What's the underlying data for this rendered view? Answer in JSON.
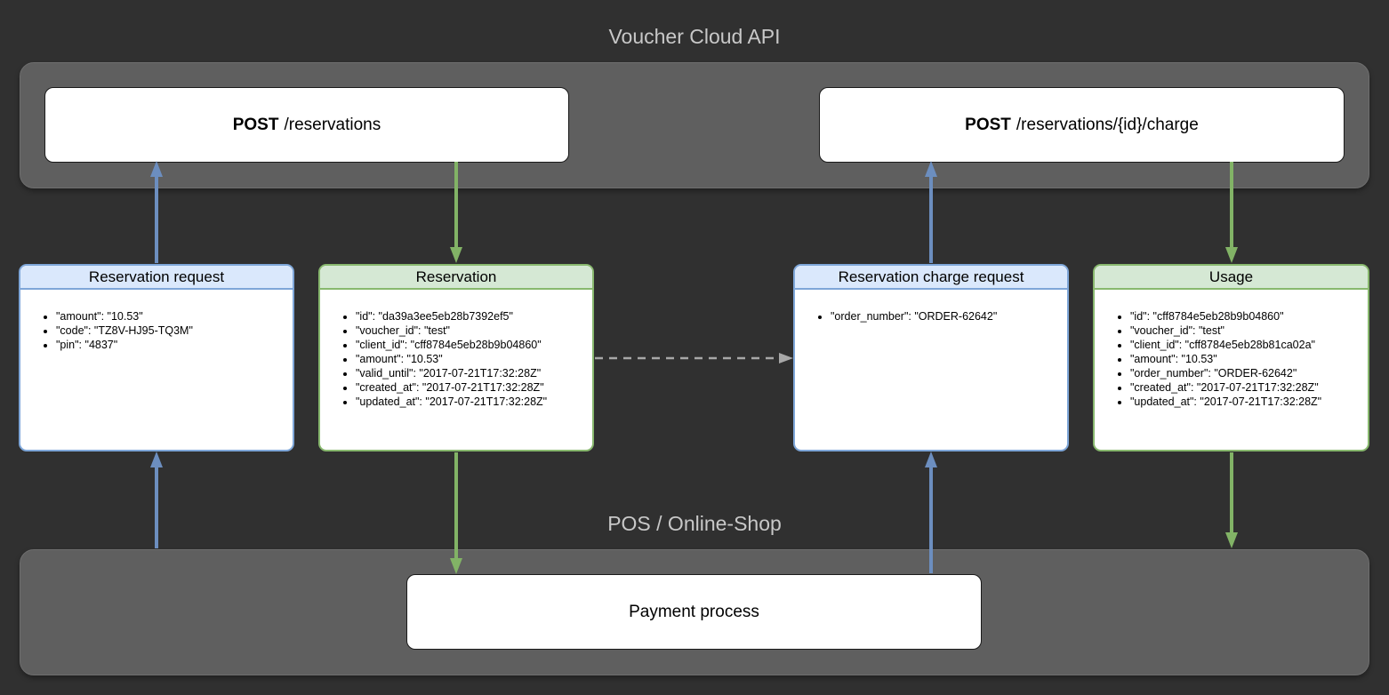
{
  "api_group": {
    "title": "Voucher Cloud API"
  },
  "shop_group": {
    "title": "POS / Online-Shop"
  },
  "endpoints": [
    {
      "method": "POST",
      "path": "/reservations"
    },
    {
      "method": "POST",
      "path": "/reservations/{id}/charge"
    }
  ],
  "payment": {
    "label": "Payment process"
  },
  "cards": [
    {
      "title": "Reservation request",
      "style": "blue",
      "fields": [
        "\"amount\": \"10.53\"",
        "\"code\": \"TZ8V-HJ95-TQ3M\"",
        "\"pin\": \"4837\""
      ]
    },
    {
      "title": "Reservation",
      "style": "green",
      "fields": [
        "\"id\": \"da39a3ee5eb28b7392ef5\"",
        "\"voucher_id\": \"test\"",
        "\"client_id\": \"cff8784e5eb28b9b04860\"",
        "\"amount\": \"10.53\"",
        "\"valid_until\": \"2017-07-21T17:32:28Z\"",
        "\"created_at\": \"2017-07-21T17:32:28Z\"",
        "\"updated_at\": \"2017-07-21T17:32:28Z\""
      ]
    },
    {
      "title": "Reservation charge request",
      "style": "blue",
      "fields": [
        "\"order_number\": \"ORDER-62642\""
      ]
    },
    {
      "title": "Usage",
      "style": "green",
      "fields": [
        "\"id\": \"cff8784e5eb28b9b04860\"",
        "\"voucher_id\": \"test\"",
        "\"client_id\": \"cff8784e5eb28b81ca02a\"",
        "\"amount\": \"10.53\"",
        "\"order_number\": \"ORDER-62642\"",
        "\"created_at\": \"2017-07-21T17:32:28Z\"",
        "\"updated_at\": \"2017-07-21T17:32:28Z\""
      ]
    }
  ],
  "colors": {
    "request_arrow": "#6c8ebf",
    "response_arrow": "#82b366",
    "dashed_arrow": "#a8a8a8"
  }
}
